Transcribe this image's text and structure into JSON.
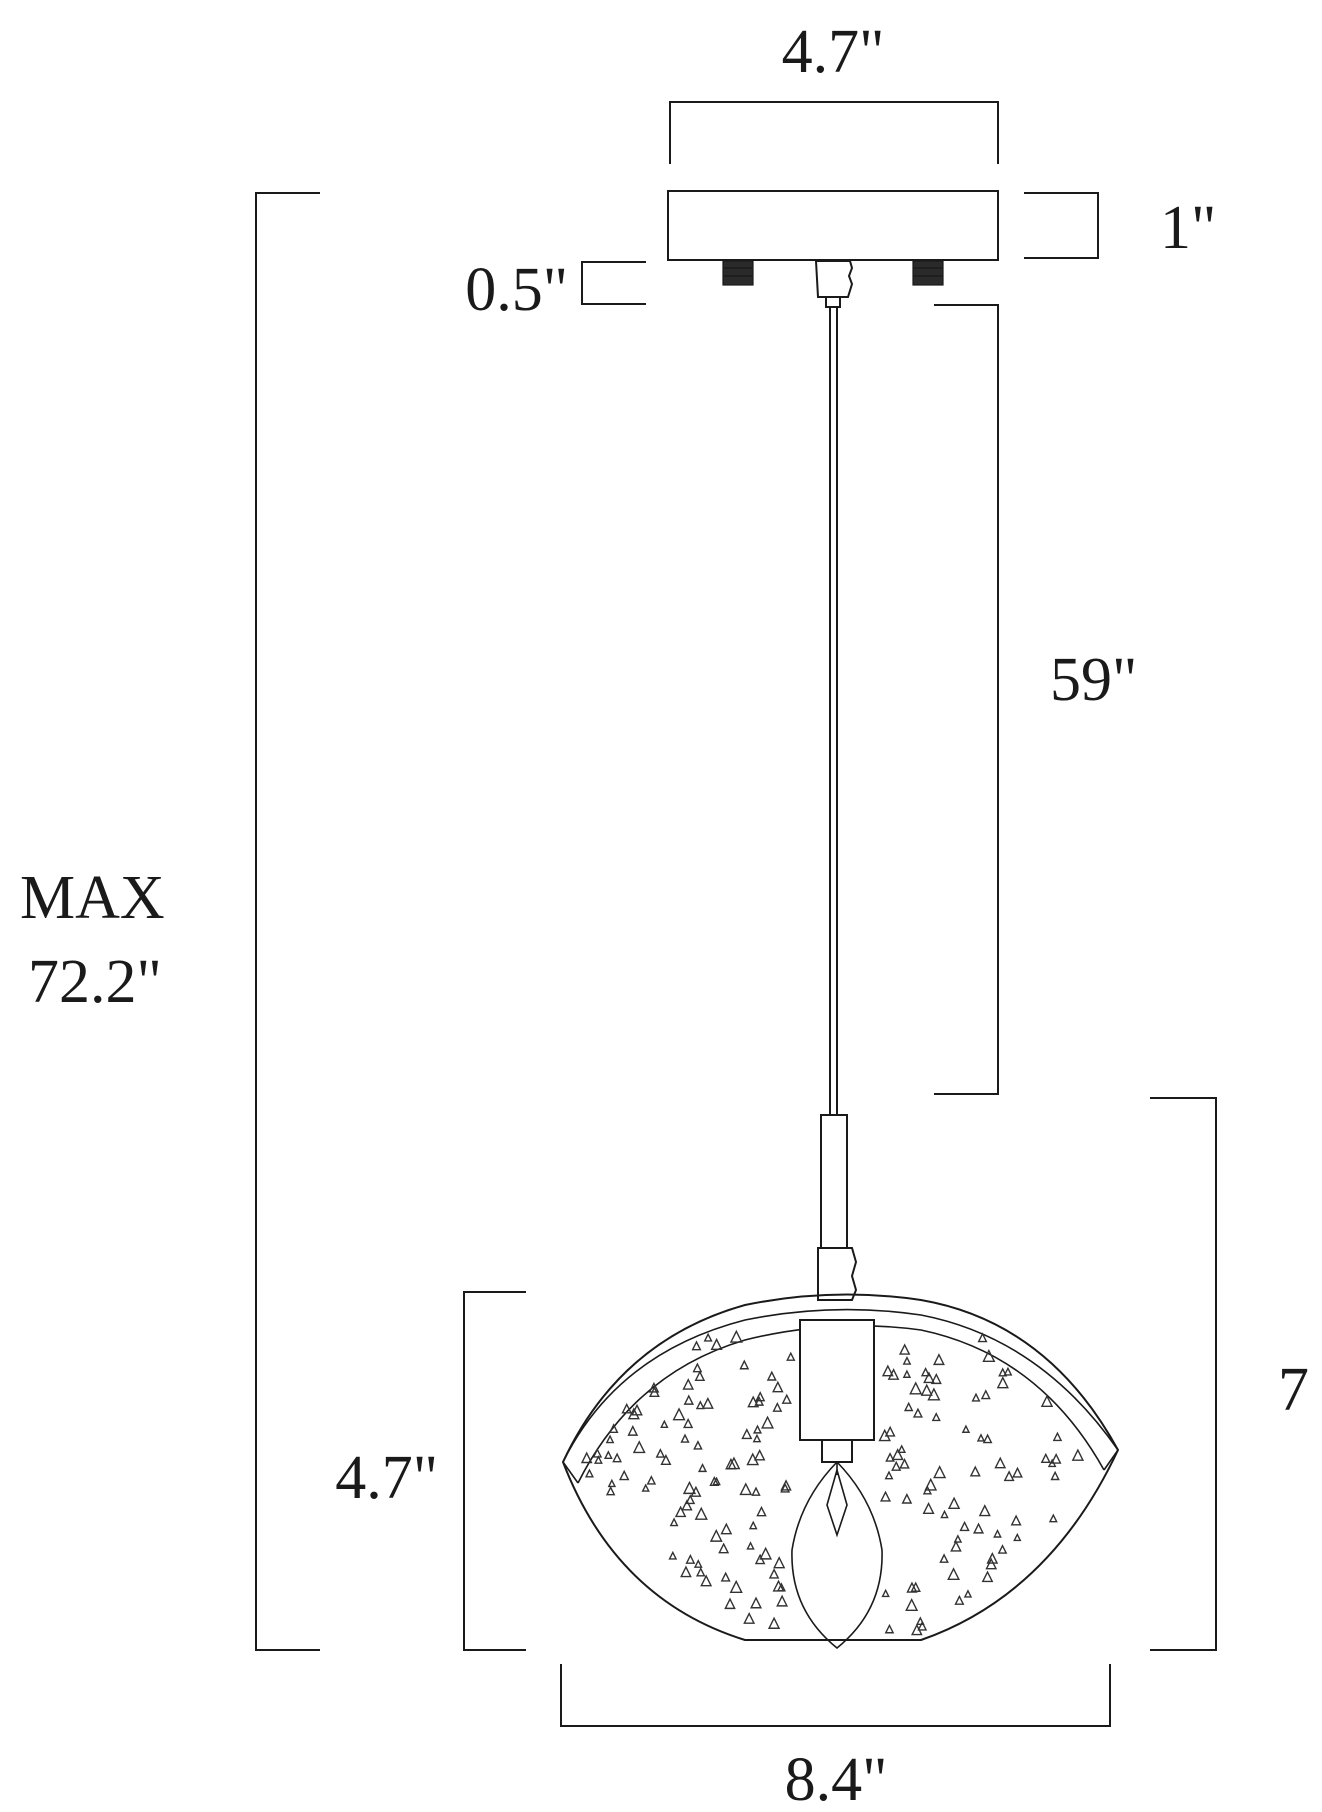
{
  "dimensions": {
    "canopy_width": "4.7\"",
    "canopy_height": "1\"",
    "screw_height": "0.5\"",
    "rod_length": "59\"",
    "max_height_line1": "MAX",
    "max_height_line2": "72.2\"",
    "shade_height": "4.7\"",
    "fixture_height": "7",
    "shade_width": "8.4\""
  },
  "colors": {
    "line": "#1a1a1a",
    "background": "#ffffff"
  }
}
